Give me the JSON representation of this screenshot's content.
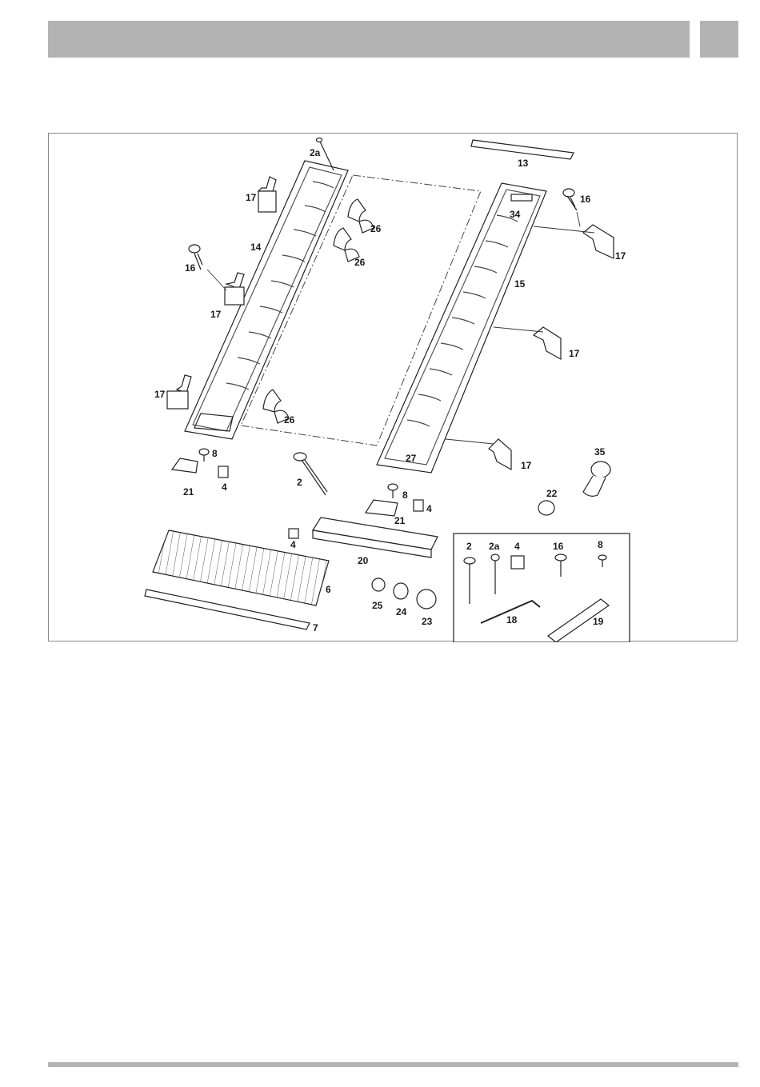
{
  "header": {
    "title": "",
    "tab": ""
  },
  "diagram": {
    "labels": {
      "p2a_top": "2a",
      "p13": "13",
      "p16_right": "16",
      "p34": "34",
      "p17_top_left": "17",
      "p26_a": "26",
      "p26_b": "26",
      "p26_c": "26",
      "p14": "14",
      "p16_left": "16",
      "p17_right_a": "17",
      "p15": "15",
      "p17_mid_left": "17",
      "p17_right_b": "17",
      "p17_low_left": "17",
      "p17_right_c": "17",
      "p27": "27",
      "p35": "35",
      "p8_left": "8",
      "p21_left": "21",
      "p4_left": "4",
      "p2_mid": "2",
      "p8_mid": "8",
      "p4_mid": "4",
      "p21_mid": "21",
      "p22": "22",
      "p4_low": "4",
      "p20": "20",
      "p6": "6",
      "p7": "7",
      "p25": "25",
      "p24": "24",
      "p23": "23",
      "kit_2": "2",
      "kit_2a": "2a",
      "kit_4": "4",
      "kit_16": "16",
      "kit_8": "8",
      "kit_18": "18",
      "kit_19": "19"
    }
  }
}
